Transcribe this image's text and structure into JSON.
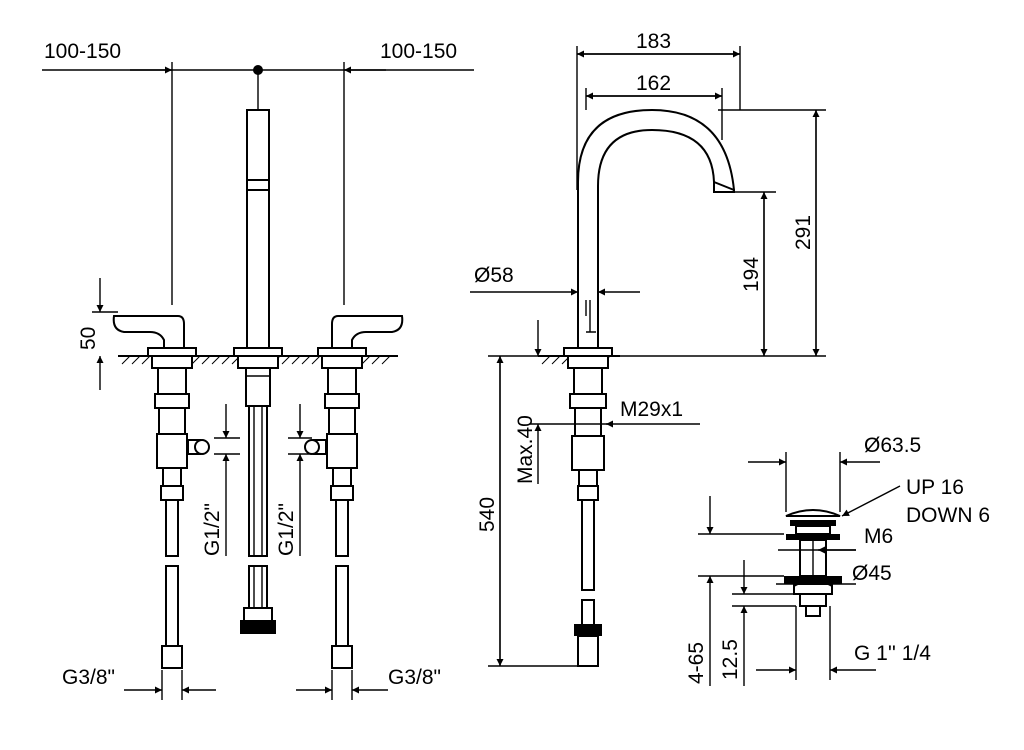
{
  "dimensions": {
    "left_spread": "100-150",
    "right_spread": "100-150",
    "width_outer": "183",
    "width_inner": "162",
    "height_total": "291",
    "height_spout": "194",
    "spout_diameter": "Ø58",
    "handle_height": "50",
    "thread_main": "M29x1",
    "deck_max": "Max.40",
    "hose_length": "540",
    "inlet_left": "G1/2\"",
    "inlet_right": "G1/2\"",
    "outlet_left": "G3/8\"",
    "outlet_right": "G3/8\"",
    "drain_diameter": "Ø63.5",
    "drain_travel_up": "UP 16",
    "drain_travel_down": "DOWN 6",
    "drain_screw": "M6",
    "drain_body_diameter": "Ø45",
    "drain_range": "4-65",
    "drain_offset": "12.5",
    "drain_thread": "G 1'' 1/4"
  }
}
